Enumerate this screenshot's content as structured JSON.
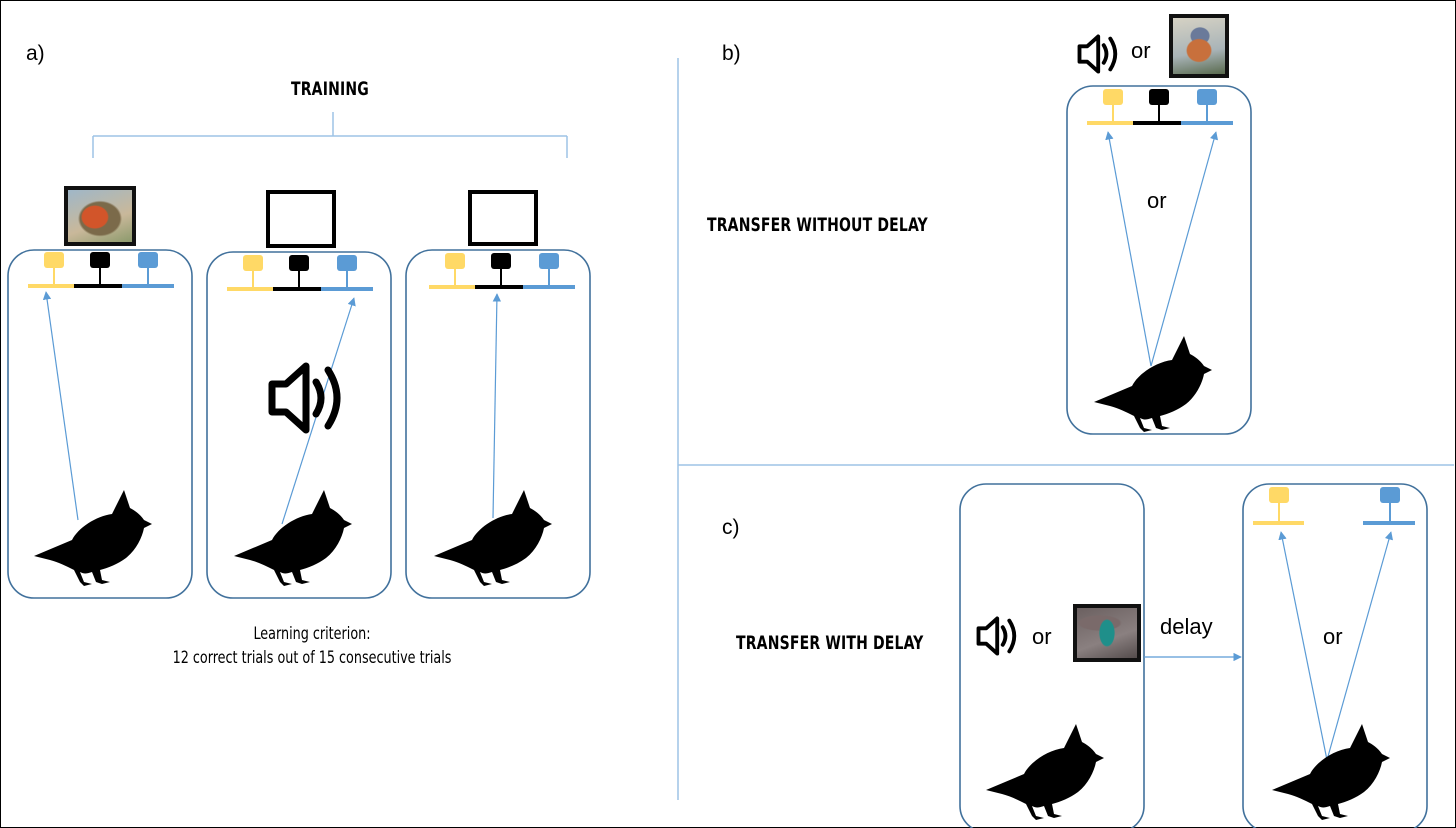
{
  "panels": {
    "a": {
      "label": "a)",
      "title": "TRAINING",
      "criterion_line1": "Learning criterion:",
      "criterion_line2": "12 correct trials out of 15 consecutive trials"
    },
    "b": {
      "label": "b)",
      "title": "TRANSFER WITHOUT DELAY",
      "or_top": "or",
      "or_mid": "or"
    },
    "c": {
      "label": "c)",
      "title": "TRANSFER WITH DELAY",
      "or_stim": "or",
      "delay": "delay",
      "or_mid": "or"
    }
  },
  "colors": {
    "yellow": "#FFD966",
    "black": "#000000",
    "blue": "#5B9BD5",
    "frame_blue": "#41719C",
    "arrow_blue": "#5B9BD5",
    "divider": "#9DC3E6"
  },
  "icons": [
    "speaker-icon",
    "bird-silhouette-icon",
    "robin-photo",
    "chaffinch-photo",
    "hummingbird-photo",
    "monitor-icon"
  ]
}
